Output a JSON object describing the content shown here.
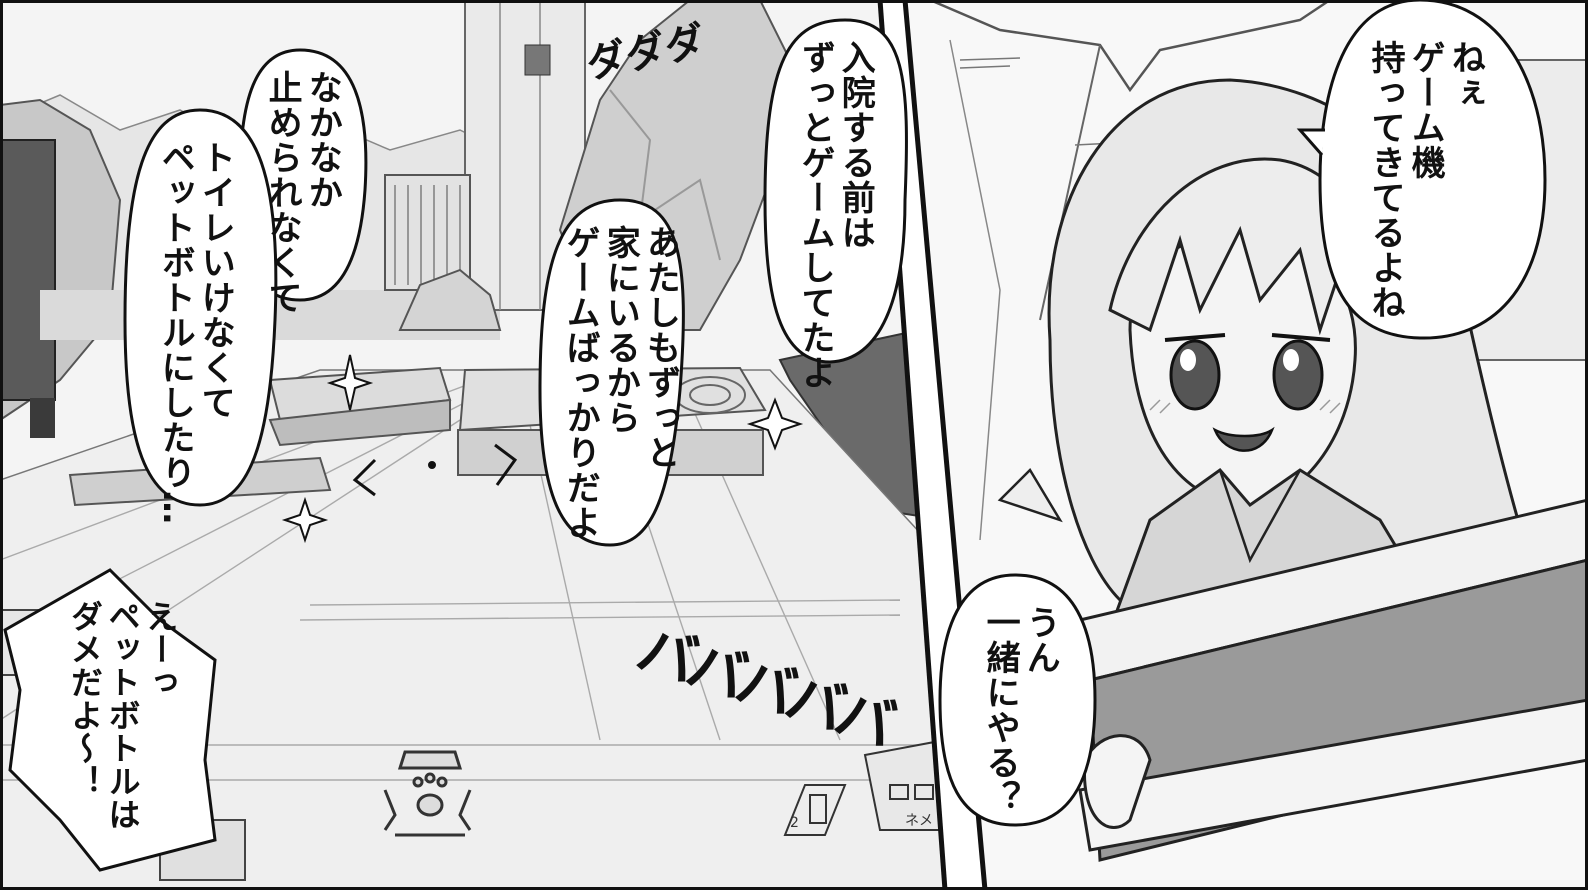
{
  "left_panel": {
    "bubbles": {
      "nyuuin": "入院する前は\nずっとゲームしてたよ",
      "atashi": "あたしもずっと\n家にいるから\nゲームばっかりだよ",
      "nakanaka": "なかなか\n止められなくて",
      "toire": "トイレいけなくて\nペットボトルにしたり…",
      "ee": "えーっ\nペットボトルは\nダメだよ〜！"
    },
    "sfx": {
      "dadada": "ダダダ",
      "babababa": "バババババ"
    },
    "hud": {
      "slot_number": "2",
      "item_label": "ネメ"
    }
  },
  "right_panel": {
    "bubbles": {
      "nee": "ねぇ\nゲーム機\n持ってきてるよね",
      "un": "うん\n一緒にやる？"
    }
  },
  "icons": {
    "crosshair": "crosshair-icon",
    "paw": "paw-icon"
  }
}
